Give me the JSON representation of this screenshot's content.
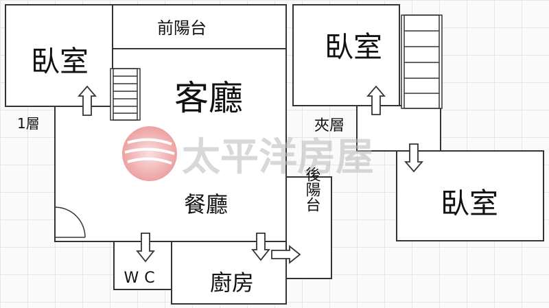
{
  "rooms": {
    "bedroom_left": "臥室",
    "front_balcony": "前陽台",
    "living_room": "客廳",
    "floor_label": "1層",
    "dining_room": "餐廳",
    "wc": "WC",
    "kitchen": "廚房",
    "back_balcony": "後陽台",
    "bedroom_upper_right": "臥室",
    "mezzanine": "夾層",
    "bedroom_lower_right": "臥室"
  },
  "watermark": {
    "text": "太平洋房屋",
    "color": "#e06a6a"
  },
  "colors": {
    "lines": "#333333",
    "grid": "#e6e6e6",
    "background": "#ffffff"
  }
}
